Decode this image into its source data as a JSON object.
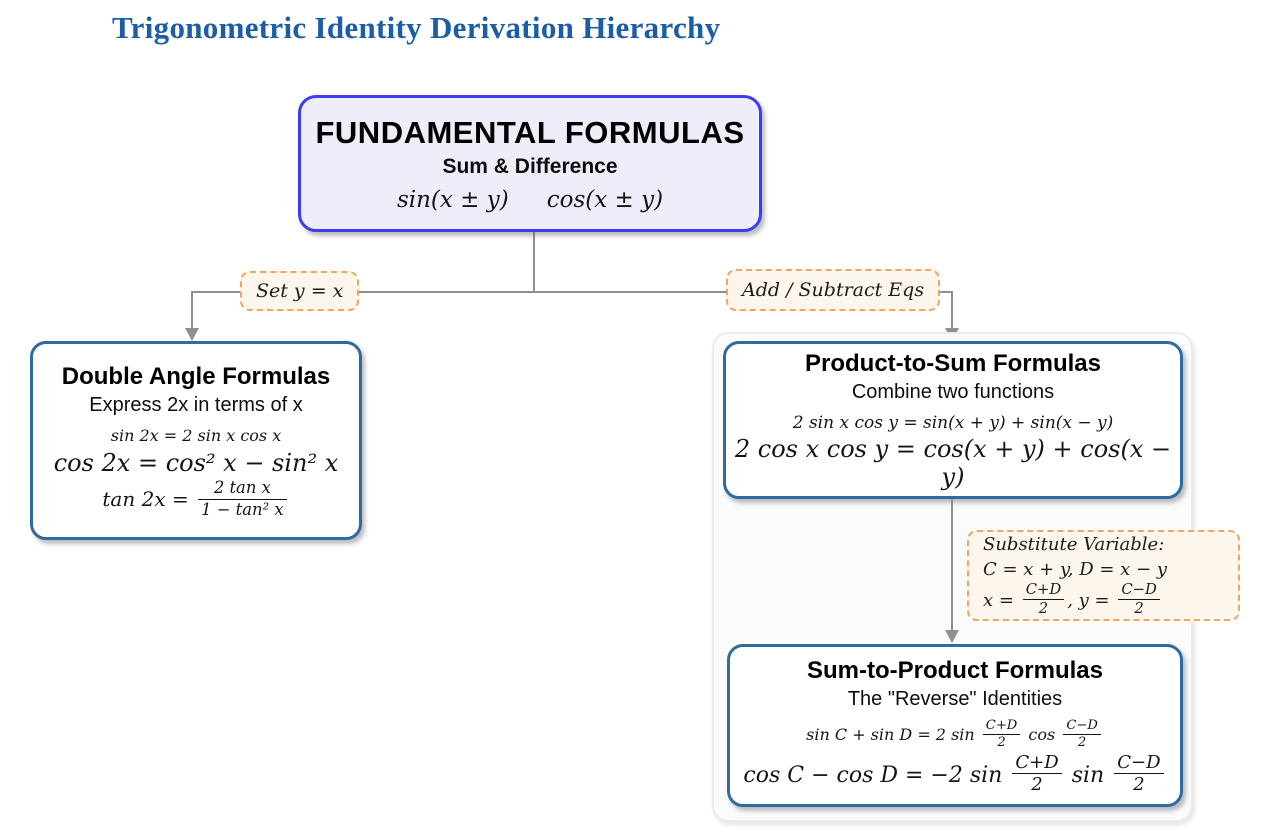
{
  "page": {
    "title": "Trigonometric Identity Derivation Hierarchy"
  },
  "colors": {
    "title_blue": "#1b5ea6",
    "fundamental_border": "#3c3cf2",
    "fundamental_fill": "#eeeefb",
    "derived_box_border": "#2e6b9e",
    "edge_label_border": "#f2a55e",
    "edge_label_fill": "#fdf6ec",
    "connector_gray": "#8f8f8f"
  },
  "fundamental": {
    "heading": "FUNDAMENTAL FORMULAS",
    "subheading": "Sum & Difference",
    "formula_left": "sin(x ± y)",
    "formula_right": "cos(x ± y)"
  },
  "edges": {
    "left_label": "Set y = x",
    "right_label": "Add / Subtract Eqs"
  },
  "double_angle": {
    "heading": "Double Angle Formulas",
    "subheading": "Express 2x in terms of x",
    "formula_small": "sin 2x = 2 sin x cos x",
    "formula_large": "cos 2x = cos² x − sin² x",
    "formula_frac_lhs": "tan 2x =",
    "formula_frac_num": "2 tan x",
    "formula_frac_den": "1 − tan² x"
  },
  "product_to_sum": {
    "heading": "Product-to-Sum Formulas",
    "subheading": "Combine two functions",
    "formula_small": "2 sin x cos y = sin(x + y) + sin(x − y)",
    "formula_large": "2 cos x cos y = cos(x + y) + cos(x − y)"
  },
  "substitute": {
    "line1": "Substitute Variable:",
    "line2": "C = x + y, D = x − y",
    "line3_lhs": "x =",
    "line3_frac1_num": "C+D",
    "line3_frac1_den": "2",
    "line3_mid": ", y =",
    "line3_frac2_num": "C−D",
    "line3_frac2_den": "2"
  },
  "sum_to_product": {
    "heading": "Sum-to-Product Formulas",
    "subheading": "The \"Reverse\" Identities",
    "small_lhs": "sin C + sin D = 2 sin",
    "small_frac1_num": "C+D",
    "small_frac1_den": "2",
    "small_mid": "cos",
    "small_frac2_num": "C−D",
    "small_frac2_den": "2",
    "large_lhs": "cos C − cos D = −2 sin",
    "large_frac1_num": "C+D",
    "large_frac1_den": "2",
    "large_mid": "sin",
    "large_frac2_num": "C−D",
    "large_frac2_den": "2"
  }
}
